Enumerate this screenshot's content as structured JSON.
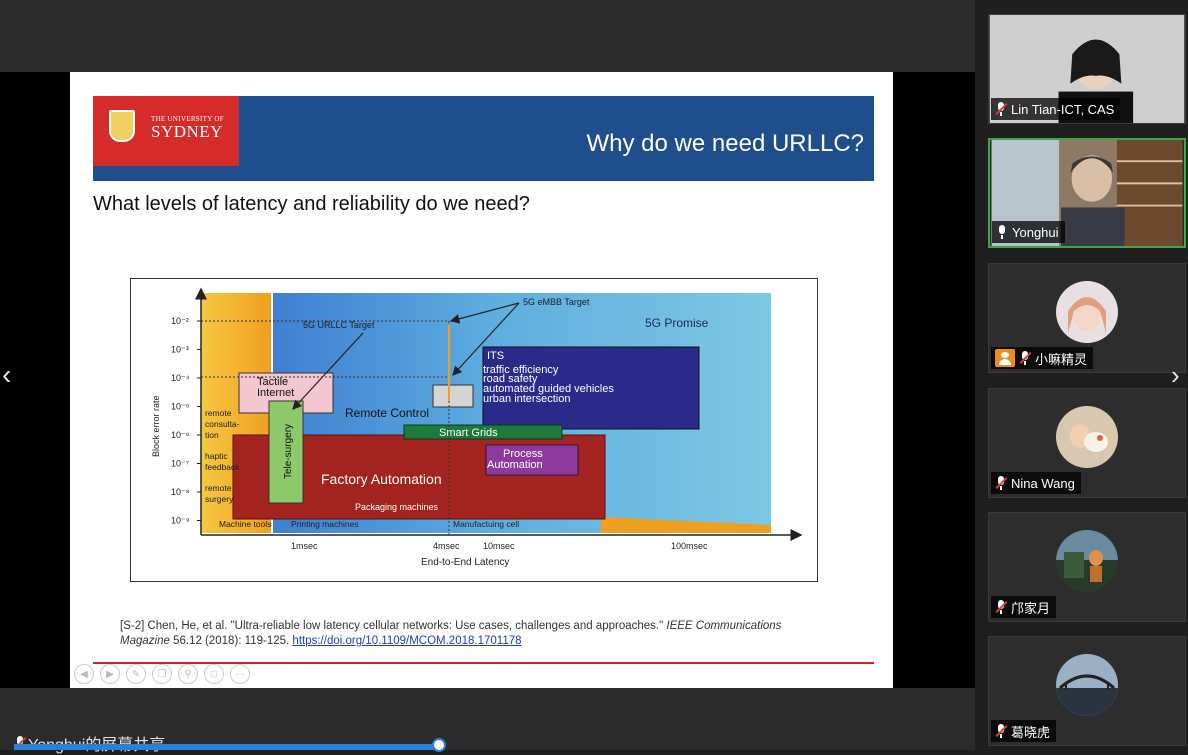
{
  "slide": {
    "university_the": "THE UNIVERSITY OF",
    "university_name": "SYDNEY",
    "title": "Why do we need URLLC?",
    "subtitle": "What levels of latency and reliability do we need?",
    "reference_text": "[S-2] Chen, He, et al. \"Ultra-reliable low latency cellular networks: Use cases, challenges and approaches.\" ",
    "reference_journal": "IEEE Communications Magazine",
    "reference_tail": " 56.12 (2018): 119-125. ",
    "reference_link": "https://doi.org/10.1109/MCOM.2018.1701178"
  },
  "chart_data": {
    "type": "area",
    "title": "",
    "xlabel": "End-to-End Latency",
    "ylabel": "Block error rate",
    "x_ticks": [
      "1msec",
      "4msec",
      "10msec",
      "100msec"
    ],
    "y_ticks": [
      "10⁻²",
      "10⁻³",
      "10⁻⁴",
      "10⁻⁵",
      "10⁻⁶",
      "10⁻⁷",
      "10⁻⁸",
      "10⁻⁹"
    ],
    "regions": [
      {
        "label": "5G Promise",
        "color": "#7ec8e3"
      },
      {
        "label": "Remote Control",
        "color": "#5b9bd5"
      },
      {
        "label": "ITS",
        "items": [
          "traffic efficiency",
          "road safety",
          "automated guided vehicles",
          "urban intersection"
        ],
        "color": "#2a2a8a"
      },
      {
        "label": "Tactile Internet",
        "color": "#f4c6d0"
      },
      {
        "label": "Tele-surgery",
        "color": "#8dc96b"
      },
      {
        "label": "Smart Grids",
        "color": "#1d7a3a"
      },
      {
        "label": "Factory Automation",
        "color": "#a3241e"
      },
      {
        "label": "Process Automation",
        "color": "#8e3a9c"
      },
      {
        "label": "Packaging machines",
        "color": "#a3241e"
      }
    ],
    "side_labels": [
      "remote consulta-tion",
      "haptic feedback",
      "remote surgery"
    ],
    "bottom_labels": [
      "Machine tools",
      "Printing machines",
      "Manufactuing cell"
    ],
    "annotations": [
      "5G URLLC Target",
      "5G eMBB Target"
    ]
  },
  "participants": [
    {
      "name": "Lin Tian-ICT, CAS",
      "muted": true
    },
    {
      "name": "Yonghui",
      "muted": false,
      "speaking": true
    },
    {
      "name": "小嘛精灵",
      "muted": true,
      "host": true
    },
    {
      "name": "Nina Wang",
      "muted": true
    },
    {
      "name": "邝家月",
      "muted": true
    },
    {
      "name": "葛晓虎",
      "muted": true
    }
  ],
  "status_text": "Yonghui的屏幕共享",
  "colors": {
    "accent": "#2a7fd8",
    "speaking": "#3aa84a",
    "slide_header": "#1f4e8c",
    "university_red": "#d62b2b"
  },
  "icons": [
    "chevron-left-icon",
    "chevron-right-icon",
    "mic-muted-icon",
    "mic-icon",
    "host-icon"
  ]
}
